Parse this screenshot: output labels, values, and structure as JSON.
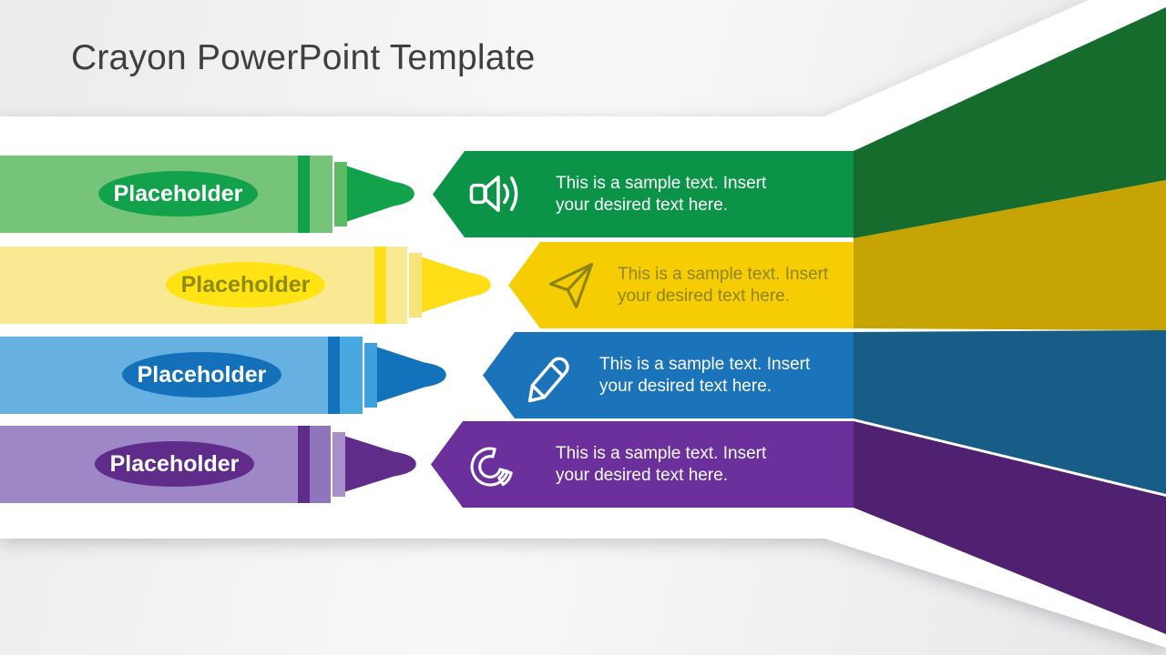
{
  "slide": {
    "title": "Crayon PowerPoint Template"
  },
  "palette": {
    "background_gray": "#ECECEE",
    "canvas_white": "#FFFFFF",
    "title_text": "#3F3F3F"
  },
  "rows": [
    {
      "name": "green",
      "label": "Placeholder",
      "icon": "speaker-icon",
      "text": [
        "This is a sample text. Insert",
        "your desired text here."
      ],
      "colors": {
        "body": "#76C37A",
        "mid": "#76C37A",
        "stripe": "#13A24C",
        "cap": "#5CBB64",
        "tip": "#13A24C",
        "ellipse": "#13A24C",
        "label_text": "#FFFFFF",
        "banner": "#0B9447",
        "banner_text": "#FFFFFF",
        "fan": "#156C2D"
      }
    },
    {
      "name": "yellow",
      "label": "Placeholder",
      "icon": "paper-plane-icon",
      "text": [
        "This is a sample text. Insert",
        "your desired text here."
      ],
      "colors": {
        "body": "#F9E993",
        "mid": "#F9E993",
        "stripe": "#FFDF1B",
        "cap": "#F9E47B",
        "tip": "#FFDE17",
        "ellipse": "#FFE312",
        "label_text": "#8F8A10",
        "banner": "#F6CD03",
        "banner_text": "#8E8313",
        "fan": "#C6A404"
      }
    },
    {
      "name": "blue",
      "label": "Placeholder",
      "icon": "pencil-icon",
      "text": [
        "This is a sample text. Insert",
        "your desired text here."
      ],
      "colors": {
        "body": "#66B1E1",
        "mid": "#4AA8E0",
        "stripe": "#1273BA",
        "cap": "#3BA0DC",
        "tip": "#1273BA",
        "ellipse": "#1470B8",
        "label_text": "#FFFFFF",
        "banner": "#1B73BA",
        "banner_text": "#FFFFFF",
        "fan": "#175D88"
      }
    },
    {
      "name": "purple",
      "label": "Placeholder",
      "icon": "donut-chart-icon",
      "text": [
        "This is a sample text. Insert",
        "your desired text here."
      ],
      "colors": {
        "body": "#9D87C6",
        "mid": "#8F76BC",
        "stripe": "#602C89",
        "cap": "#A78FCC",
        "tip": "#5F2C8A",
        "ellipse": "#5F2C8A",
        "label_text": "#FFFFFF",
        "banner": "#6B309C",
        "banner_text": "#FFFFFF",
        "fan": "#4F2170"
      }
    }
  ]
}
